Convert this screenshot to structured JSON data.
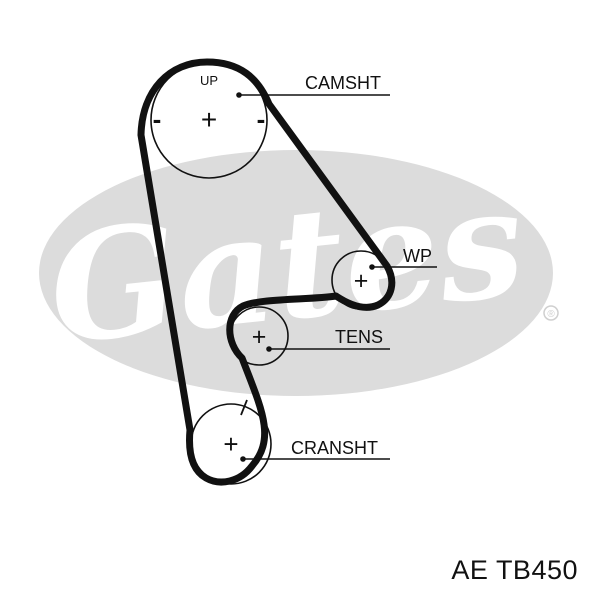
{
  "diagram": {
    "watermark": {
      "text": "Gates",
      "registered_mark": "®",
      "color": "#dcdcdc"
    },
    "pulleys": {
      "camshaft": {
        "label": "CAMSHT",
        "top_mark": "UP",
        "center_mark": "+",
        "left_mark": "-",
        "right_mark": "-"
      },
      "water_pump": {
        "label": "WP",
        "center_mark": "+"
      },
      "tensioner": {
        "label": "TENS",
        "center_mark": "+"
      },
      "crankshaft": {
        "label": "CRANSHT",
        "center_mark": "+"
      }
    },
    "colors": {
      "belt": "#111111",
      "lines": "#111111",
      "watermark": "#dcdcdc"
    }
  },
  "footer": {
    "part_number": "AE  TB450"
  }
}
